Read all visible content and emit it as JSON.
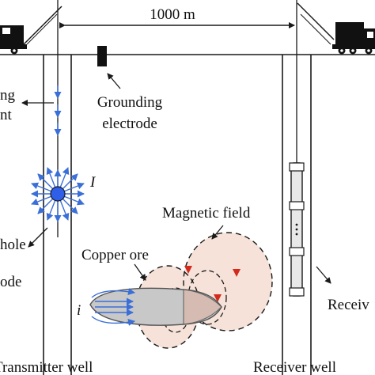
{
  "distance_label": "1000 m",
  "labels": {
    "grounding_electrode_line1": "Grounding",
    "grounding_electrode_line2": "electrode",
    "injecting_current_line1": "ng",
    "injecting_current_line2": "nt",
    "current_symbol": "I",
    "downhole_electrode_line1": "hole",
    "downhole_electrode_line2": "ode",
    "magnetic_field": "Magnetic field",
    "copper_ore": "Copper ore",
    "induced_current_symbol": "i",
    "receiver_probe": "Receiv",
    "transmitter_well": "Transmitter well",
    "receiver_well": "Receiver well"
  },
  "colors": {
    "line": "#1a1a1a",
    "current_arrow": "#3a6fd8",
    "electrode_fill": "#2f5ee8",
    "field_arrow": "#d42a1e",
    "field_halo": "#f4dcd2",
    "ore_fill": "#c8c8c8"
  }
}
